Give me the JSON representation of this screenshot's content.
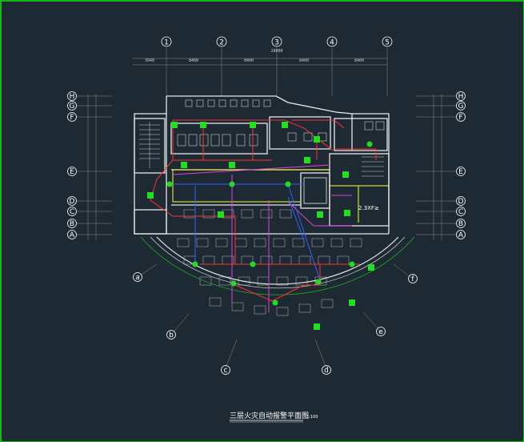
{
  "drawing": {
    "title": "三层火灾自动报警平面图",
    "scale": "1:100",
    "panel_label": "2.3XF≥",
    "column_axes": [
      "1",
      "2",
      "3",
      "4",
      "5"
    ],
    "row_axes_left": [
      "H",
      "G",
      "F",
      "E",
      "D",
      "C",
      "B",
      "A"
    ],
    "row_axes_right": [
      "H",
      "G",
      "F",
      "E",
      "D",
      "C",
      "B",
      "A"
    ],
    "radial_axes": [
      "a",
      "b",
      "c",
      "d",
      "e",
      "f"
    ],
    "top_dimensions": [
      "3940",
      "8400",
      "8400",
      "8400",
      "8400"
    ],
    "top_total": "28000",
    "colors": {
      "background": "#1e2a33",
      "frame": "#14b814",
      "walls": "#e8e8e8",
      "fire_line": "#ff3030",
      "signal_line": "#3060ff",
      "power_line": "#e040e0",
      "bus_line": "#ffff30",
      "device": "#22dd22",
      "arc": "#22aa22"
    }
  }
}
